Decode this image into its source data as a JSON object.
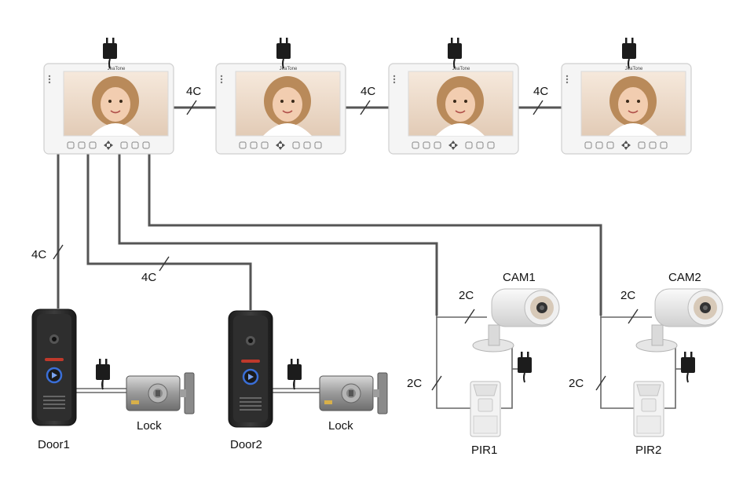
{
  "monitors": [
    {
      "id": "monitor-1",
      "brand": "JeaTone"
    },
    {
      "id": "monitor-2",
      "brand": "JeaTone"
    },
    {
      "id": "monitor-3",
      "brand": "JeaTone"
    },
    {
      "id": "monitor-4",
      "brand": "JeaTone"
    }
  ],
  "cables": {
    "monitor_link_1": "4C",
    "monitor_link_2": "4C",
    "monitor_link_3": "4C",
    "door1_cable": "4C",
    "door2_cable": "4C",
    "cam1_cable": "2C",
    "pir1_cable": "2C",
    "cam2_cable": "2C",
    "pir2_cable": "2C"
  },
  "devices": {
    "door1": "Door1",
    "door2": "Door2",
    "lock1": "Lock",
    "lock2": "Lock",
    "cam1": "CAM1",
    "cam2": "CAM2",
    "pir1": "PIR1",
    "pir2": "PIR2"
  },
  "colors": {
    "wire": "#555555",
    "monitor_body": "#f4f4f4",
    "door_station": "#2b2b2b",
    "led_blue": "#3a6fd8",
    "led_red": "#c0392b"
  }
}
